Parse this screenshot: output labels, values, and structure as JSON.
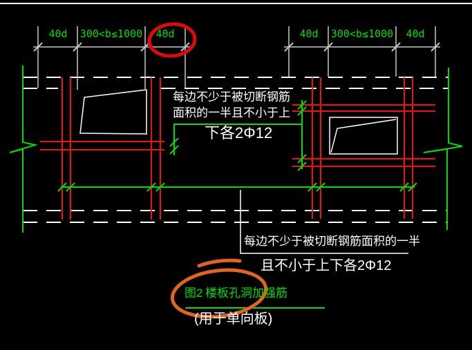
{
  "drawing": {
    "dims_left": [
      "40d",
      "300<b≤1000",
      "40d"
    ],
    "dims_right": [
      "40d",
      "300<b≤1000",
      "40d"
    ],
    "note_top_line1": "每边不少于被切断钢筋",
    "note_top_line2": "面积的一半且不小于上",
    "note_top_line3": "下各2Φ12",
    "note_bottom_line1": "每边不少于被切断钢筋面积的一半",
    "note_bottom_line2": "且不小于上下各2Φ12",
    "caption_number": "图2",
    "caption_title": "楼板孔洞加强筋",
    "caption_note": "(用于单向板)"
  },
  "colors": {
    "background": "#000000",
    "line_green": "#00dd00",
    "rebar_red": "#f01010",
    "dim_gray": "#c8c8c8",
    "line_white": "#ffffff",
    "highlight_red": "#dd0a0a",
    "highlight_orange": "#e2641e"
  }
}
